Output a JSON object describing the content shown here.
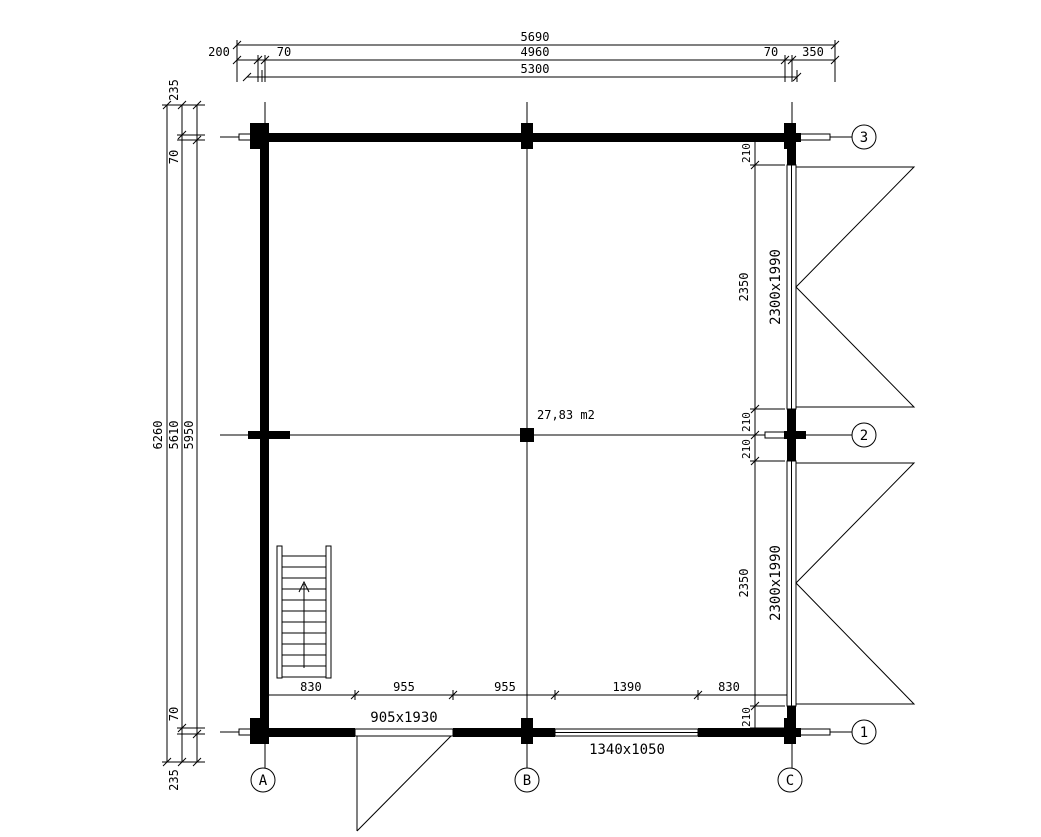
{
  "dimensions": {
    "overall_width": "5690",
    "left_overhang": "200",
    "right_overhang": "350",
    "left_wall": "70",
    "right_wall": "70",
    "inner_width": "4960",
    "axis_width": "5300",
    "overall_height": "6260",
    "axis_height": "5610",
    "inner_height": "5950",
    "top_overhang": "235",
    "bottom_overhang": "235",
    "top_wall": "70",
    "bottom_wall": "70",
    "right_upper_gap": "210",
    "right_upper_span": "2350",
    "right_mid_gap_a": "210",
    "right_mid_gap_b": "210",
    "right_lower_span": "2350",
    "right_lower_gap": "210",
    "bottom_seg_1": "830",
    "bottom_seg_2": "955",
    "bottom_seg_3": "955",
    "bottom_seg_4": "1390",
    "bottom_seg_5": "830"
  },
  "openings": {
    "door_front": "905x1930",
    "window_front": "1340x1050",
    "door_right_upper": "2300x1990",
    "door_right_lower": "2300x1990"
  },
  "area": "27,83 m2",
  "axes": {
    "col_a": "A",
    "col_b": "B",
    "col_c": "C",
    "row_1": "1",
    "row_2": "2",
    "row_3": "3"
  }
}
